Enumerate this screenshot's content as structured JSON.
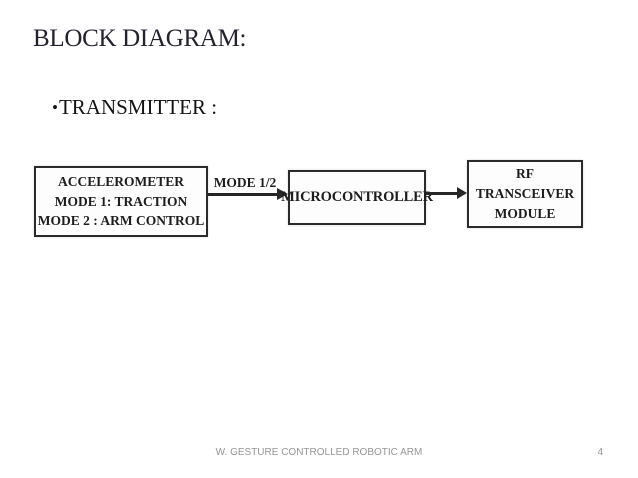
{
  "slide": {
    "title": "BLOCK DIAGRAM:",
    "bullet_glyph": "•",
    "bullet_text": "TRANSMITTER :"
  },
  "diagram": {
    "accelerometer_box": {
      "line1": "ACCELEROMETER",
      "line2": "MODE 1: TRACTION",
      "line3": "MODE 2 : ARM CONTROL"
    },
    "mode_arrow_label": "MODE 1/2",
    "microcontroller_box": {
      "label": "MICROCONTROLLER"
    },
    "rf_transceiver_box": {
      "line1": "RF",
      "line2": "TRANSCEIVER",
      "line3": "MODULE"
    }
  },
  "footer": {
    "text": "W. GESTURE CONTROLLED ROBOTIC ARM",
    "page_number": "4"
  },
  "colors": {
    "background": "#ffffff",
    "title_text": "#232330",
    "body_text": "#141414",
    "diagram_ink": "#262626",
    "footer_text": "#969696"
  }
}
